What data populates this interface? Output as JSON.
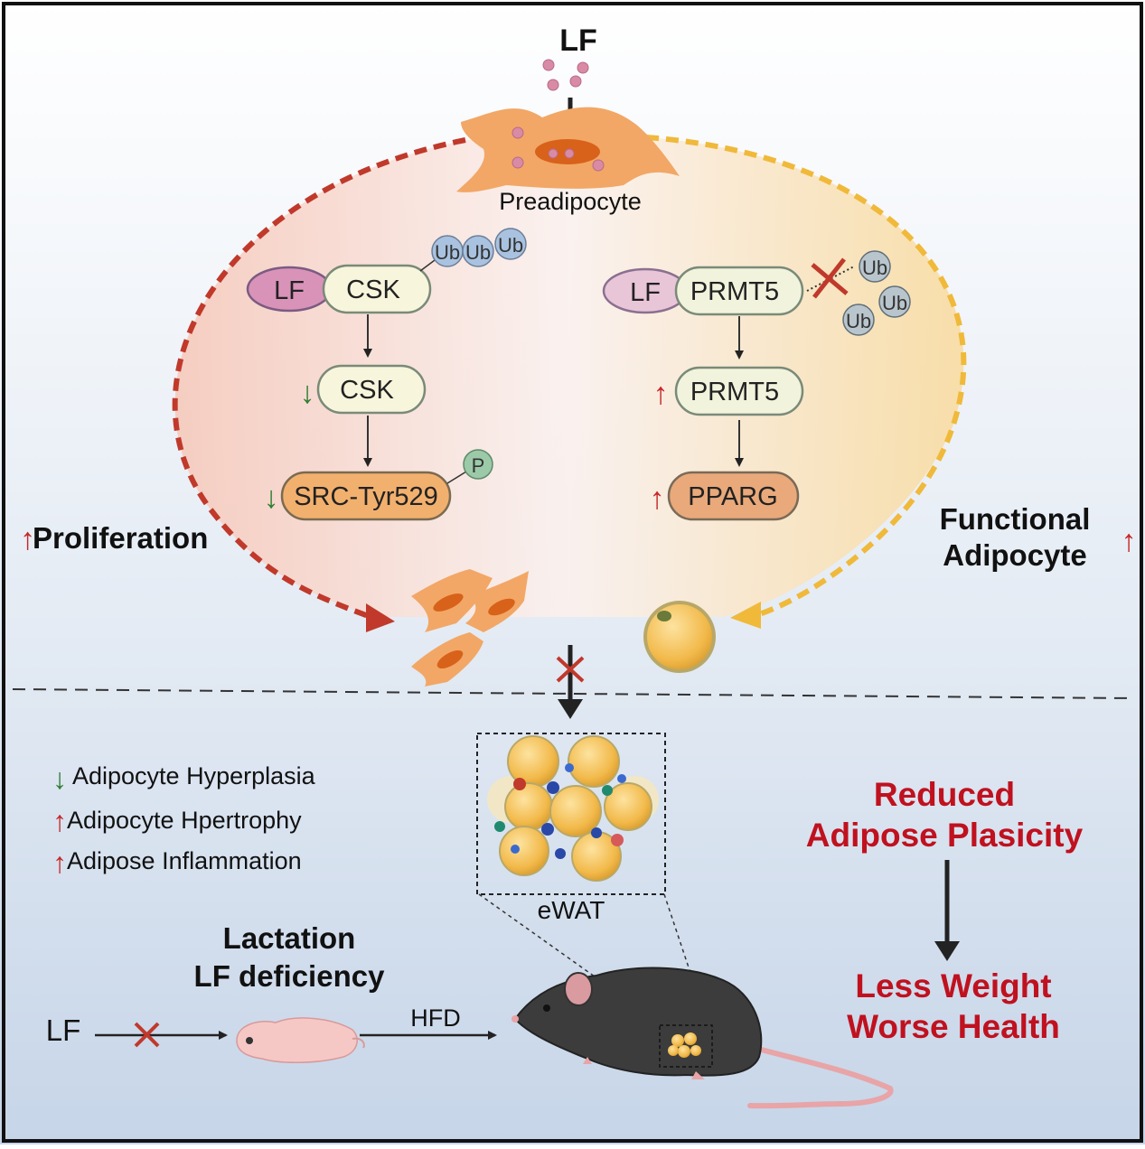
{
  "top": {
    "lf_label": "LF",
    "cell_label": "Preadipocyte"
  },
  "left_pathway": {
    "complex": {
      "lf": "LF",
      "protein": "CSK"
    },
    "ub": [
      "Ub",
      "Ub",
      "Ub"
    ],
    "step2": {
      "arrow": "↓",
      "label": "CSK"
    },
    "step3": {
      "arrow": "↓",
      "label": "SRC-Tyr529",
      "phospho": "P"
    }
  },
  "right_pathway": {
    "complex": {
      "lf": "LF",
      "protein": "PRMT5"
    },
    "ub": [
      "Ub",
      "Ub",
      "Ub"
    ],
    "step2": {
      "arrow": "↑",
      "label": "PRMT5"
    },
    "step3": {
      "arrow": "↑",
      "label": "PPARG"
    }
  },
  "side_labels": {
    "proliferation": {
      "arrow": "↑",
      "label": "Proliferation"
    },
    "functional": {
      "line1": "Functional",
      "line2": "Adipocyte",
      "arrow": "↑"
    }
  },
  "effects": [
    {
      "arrow": "↓",
      "label": "Adipocyte Hyperplasia",
      "color": "#2e7d32"
    },
    {
      "arrow": "↑",
      "label": "Adipocyte Hpertrophy",
      "color": "#c62828"
    },
    {
      "arrow": "↑",
      "label": "Adipose Inflammation",
      "color": "#c62828"
    }
  ],
  "ewat_label": "eWAT",
  "lactation": {
    "line1": "Lactation",
    "line2": "LF deficiency"
  },
  "bottom_row": {
    "lf": "LF",
    "hfd": "HFD"
  },
  "outcome": {
    "line1": "Reduced",
    "line2": "Adipose Plasicity",
    "line3": "Less Weight",
    "line4": "Worse Health"
  },
  "colors": {
    "red_dashed": "#c0392b",
    "yellow_dashed": "#f0b93a",
    "outcome_red": "#c0111f",
    "cell_orange": "#f2a766",
    "nucleus": "#d8621a",
    "lf_pink": "#d993b8",
    "pill_fill": "#f7f6dc",
    "ub_blue": "#a9c2e0",
    "ub_gray": "#b9c5cc",
    "src_orange": "#f2b06e",
    "pparg_orange": "#e9a97a"
  }
}
